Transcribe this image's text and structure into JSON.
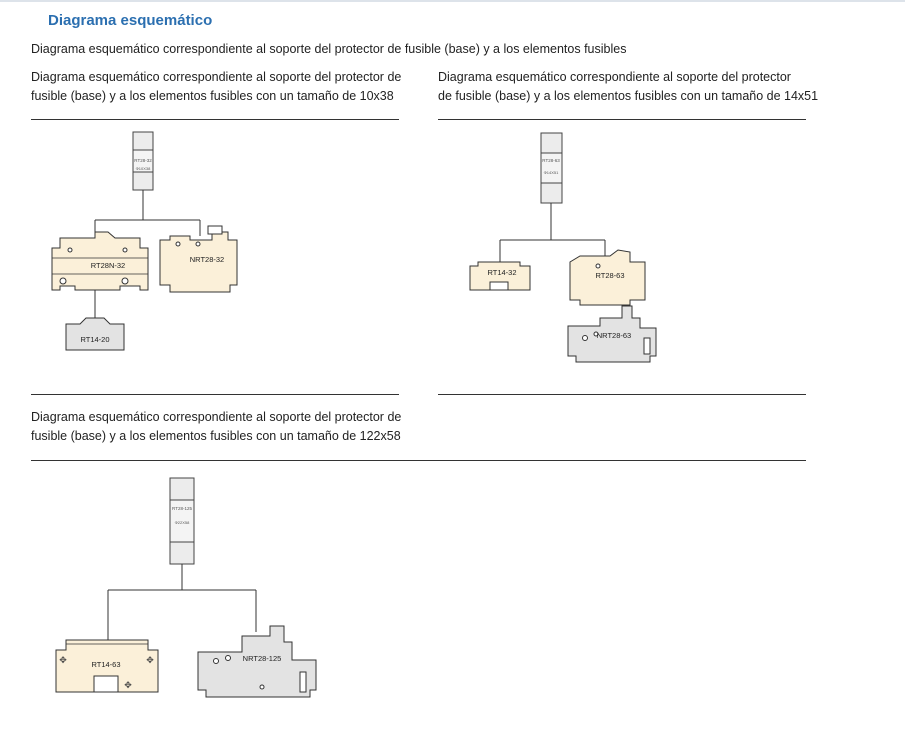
{
  "header": {
    "title": "Diagrama esquemático",
    "intro": "Diagrama esquemático correspondiente al soporte del protector de fusible (base) y a los elementos fusibles"
  },
  "sections": [
    {
      "caption_line1": "Diagrama esquemático correspondiente al soporte del protector de",
      "caption_line2": "fusible (base) y a los elementos fusibles con un tamaño de 10x38",
      "fuse_label": "RT28-32",
      "fuse_dim": "Φ10X38",
      "components": [
        "RT28N-32",
        "NRT28-32",
        "RT14-20"
      ]
    },
    {
      "caption_line1": "Diagrama esquemático correspondiente al soporte del protector",
      "caption_line2": "de fusible (base) y a los elementos fusibles con un tamaño de 14x51",
      "fuse_label": "RT28-63",
      "fuse_dim": "Φ14X51",
      "components": [
        "RT14-32",
        "RT28-63",
        "NRT28-63"
      ]
    },
    {
      "caption_line1": "Diagrama esquemático correspondiente al soporte del protector de",
      "caption_line2": "fusible (base) y a los elementos fusibles con un tamaño de 122x58",
      "fuse_label": "RT28-125",
      "fuse_dim": "Φ22X58",
      "components": [
        "RT14-63",
        "NRT28-125"
      ]
    }
  ],
  "colors": {
    "title": "#2b6fb0",
    "holder_fill": "#fbf0d9",
    "nrt_fill": "#e3e3e3",
    "fuse_fill": "#f4f4f4"
  }
}
